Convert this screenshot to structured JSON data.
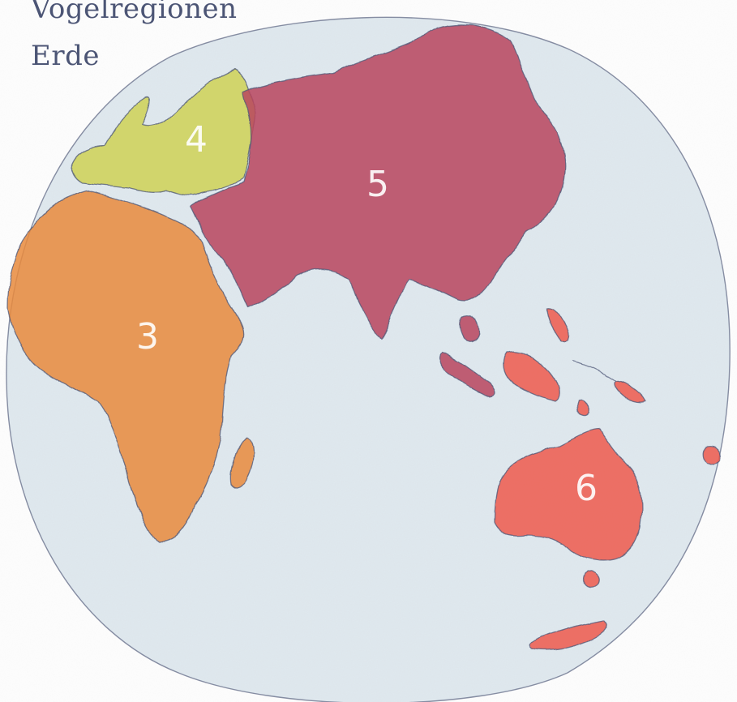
{
  "title": {
    "line1": "Vogelregionen",
    "line2": "Erde"
  },
  "colors": {
    "ocean": "#dfe8ee",
    "outline": "#4c5575",
    "region_3": "#e98a3d",
    "region_4": "#cfd255",
    "region_5": "#b8475e",
    "region_6": "#ef5a4c"
  },
  "regions": [
    {
      "id": "3",
      "label": "3",
      "area": "Afrika"
    },
    {
      "id": "4",
      "label": "4",
      "area": "Europa"
    },
    {
      "id": "5",
      "label": "5",
      "area": "Asien"
    },
    {
      "id": "6",
      "label": "6",
      "area": "Australien"
    }
  ]
}
